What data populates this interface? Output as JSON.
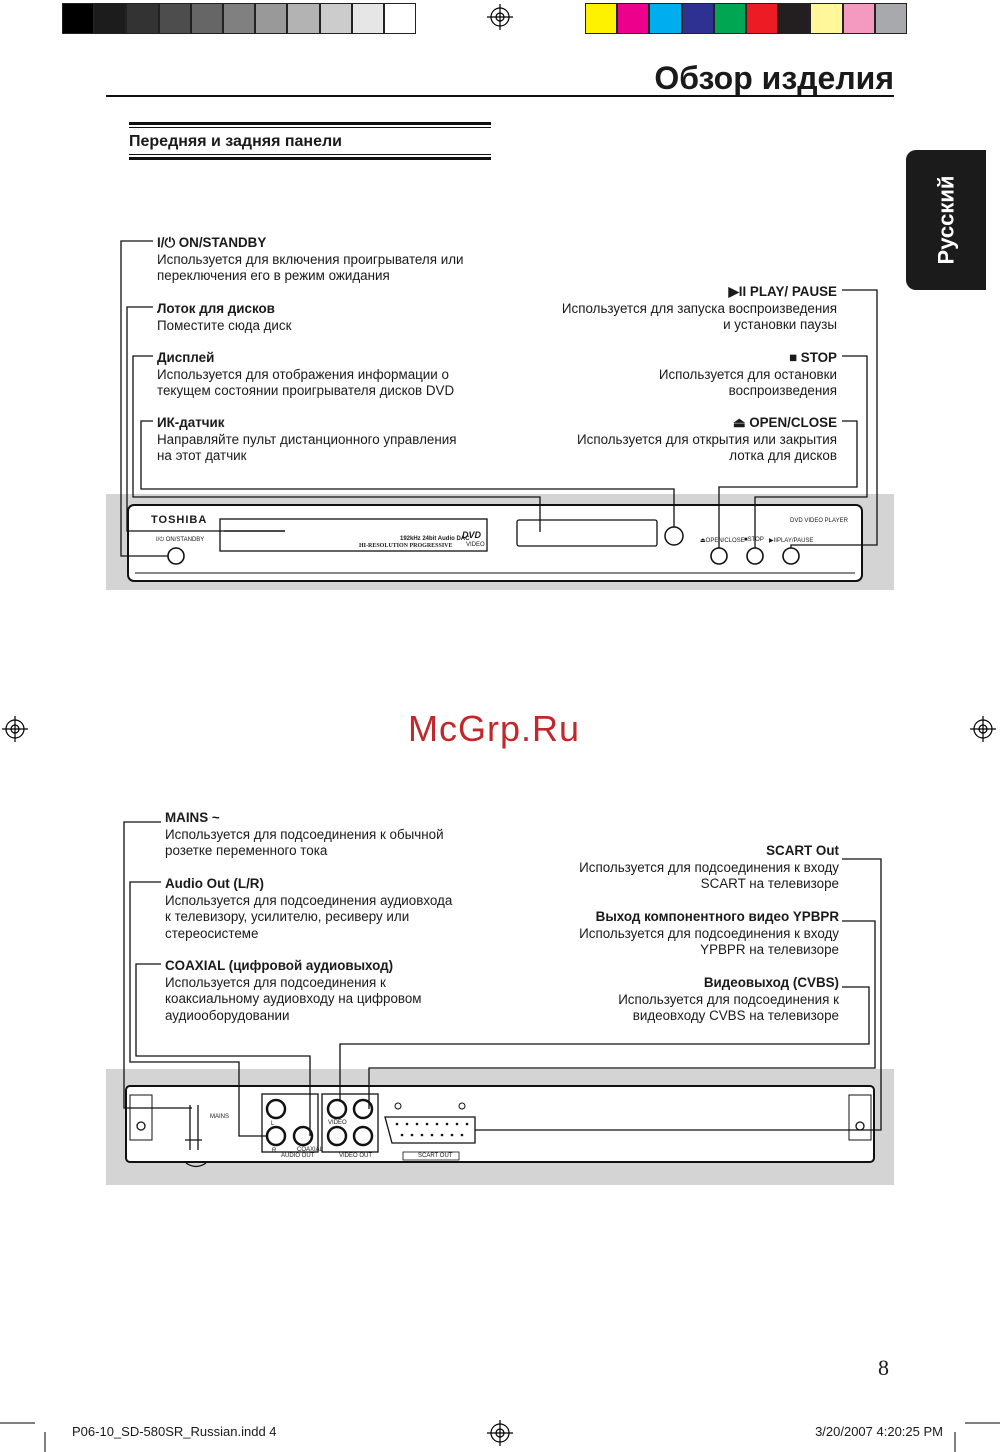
{
  "header": {
    "title": "Обзор изделия",
    "section": "Передняя и задняя панели",
    "language_tab": "Русский"
  },
  "color_bar": {
    "gray": [
      "#000000",
      "#1c1c1c",
      "#333333",
      "#4d4d4d",
      "#666666",
      "#808080",
      "#999999",
      "#b3b3b3",
      "#cccccc",
      "#e6e6e6",
      "#ffffff"
    ],
    "color": [
      "#fff200",
      "#ec008c",
      "#00aeef",
      "#2e3192",
      "#00a651",
      "#ed1c24",
      "#231f20",
      "#fff799",
      "#f49ac1",
      "#a7a9ac"
    ]
  },
  "front": {
    "left": [
      {
        "title": "I/⏻ ON/STANDBY",
        "lines": [
          "Используется для включения проигрывателя или",
          "переключения его в режим ожидания"
        ]
      },
      {
        "title": "Лоток для дисков",
        "lines": [
          "Поместите сюда диск"
        ]
      },
      {
        "title": "Дисплей",
        "lines": [
          "Используется для отображения информации о",
          "текущем состоянии проигрывателя дисков DVD"
        ]
      },
      {
        "title": "ИК-датчик",
        "lines": [
          "Направляйте пульт дистанционного управления",
          "на этот датчик"
        ]
      }
    ],
    "right": [
      {
        "title": "▶II PLAY/ PAUSE",
        "lines": [
          "Используется для запуска воспроизведения",
          "и установки паузы"
        ]
      },
      {
        "title": "■ STOP",
        "lines": [
          "Используется для остановки",
          "воспроизведения"
        ]
      },
      {
        "title": "⏏ OPEN/CLOSE",
        "lines": [
          "Используется для открытия или закрытия",
          "лотка для дисков"
        ]
      }
    ],
    "device": {
      "brand": "TOSHIBA",
      "model_label": "DVD VIDEO PLAYER",
      "standby_label": "I/⏻ ON/STANDBY",
      "dac_label": "192kHz 24bit Audio DAC",
      "progressive_label": "HI-RESOLUTION PROGRESSIVE",
      "dvd_logo": "DVD",
      "dvd_sub": "VIDEO",
      "open_label": "⏏OPEN/CLOSE",
      "stop_label": "■STOP",
      "play_label": "▶IIPLAY/PAUSE"
    }
  },
  "watermark": "McGrp.Ru",
  "rear": {
    "left": [
      {
        "title": "MAINS ~",
        "lines": [
          "Используется для подсоединения к обычной",
          "розетке переменного тока"
        ]
      },
      {
        "title": "Audio Out (L/R)",
        "lines": [
          "Используется для подсоединения аудиовхода",
          "к телевизору, усилителю, ресиверу или",
          "стереосистеме"
        ]
      },
      {
        "title": "COAXIAL (цифровой аудиовыход)",
        "lines": [
          "Используется для подсоединения к",
          "коаксиальному аудиовходу на цифровом",
          "аудиооборудовании"
        ]
      }
    ],
    "right": [
      {
        "title": "SCART Out",
        "lines": [
          "Используется для подсоединения к входу",
          "SCART на телевизоре"
        ]
      },
      {
        "title": "Выход компонентного видео YPBPR",
        "lines": [
          "Используется для подсоединения к входу",
          "YPBPR на телевизоре"
        ]
      },
      {
        "title": "Видеовыход (CVBS)",
        "lines": [
          "Используется для подсоединения к",
          "видеовходу CVBS на телевизоре"
        ]
      }
    ],
    "device": {
      "mains_label": "MAINS",
      "audio_out_label": "AUDIO OUT",
      "coaxial_label": "COAXIAL",
      "video_out_label": "VIDEO OUT",
      "video_label": "VIDEO",
      "scart_label": "SCART OUT",
      "l_label": "L",
      "r_label": "R"
    }
  },
  "page_number": "8",
  "footer": {
    "file": "P06-10_SD-580SR_Russian.indd   4",
    "date": "3/20/2007   4:20:25 PM"
  }
}
